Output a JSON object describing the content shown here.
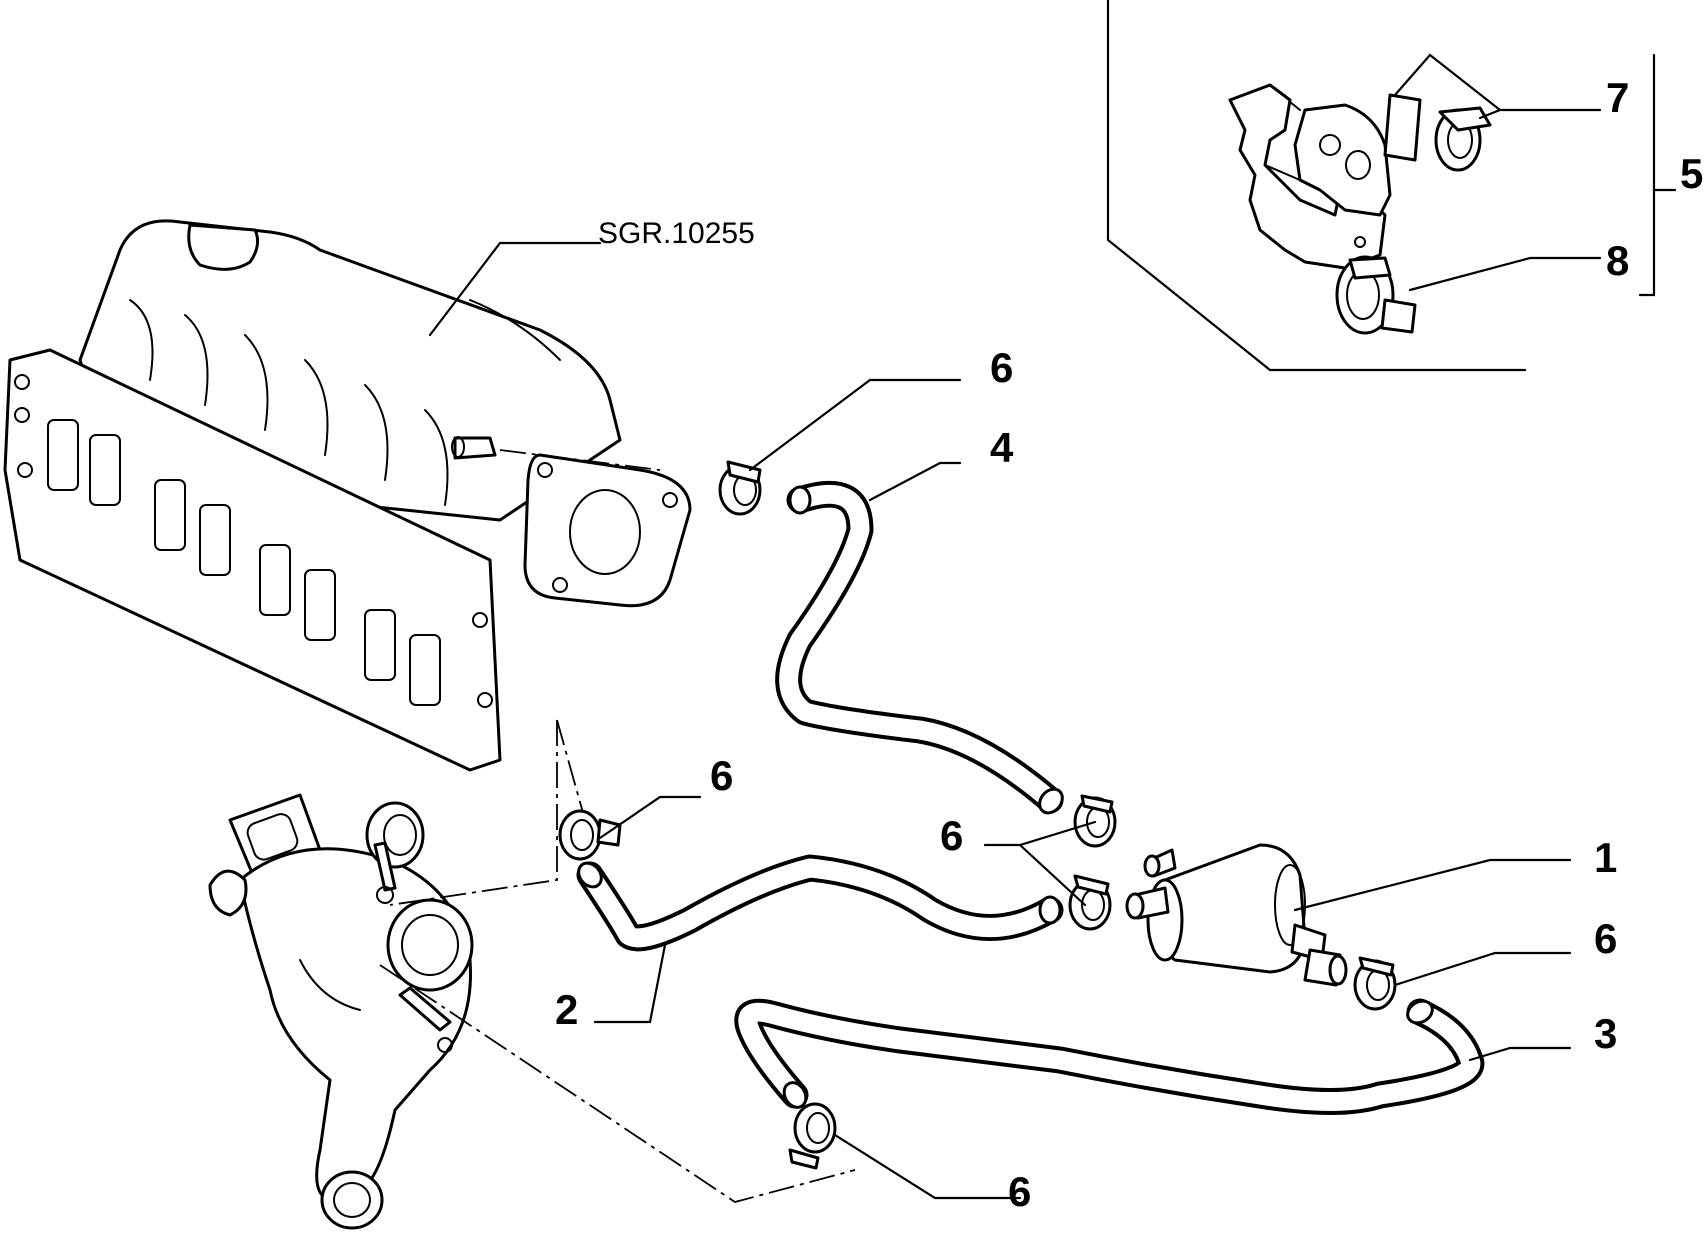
{
  "reference_label": "SGR.10255",
  "callouts": [
    {
      "id": "part-1",
      "label": "1"
    },
    {
      "id": "part-2",
      "label": "2"
    },
    {
      "id": "part-3",
      "label": "3"
    },
    {
      "id": "part-4",
      "label": "4"
    },
    {
      "id": "part-5",
      "label": "5"
    },
    {
      "id": "clip-a",
      "label": "6"
    },
    {
      "id": "clip-b",
      "label": "6"
    },
    {
      "id": "clip-c",
      "label": "6"
    },
    {
      "id": "clip-d",
      "label": "6"
    },
    {
      "id": "clip-e",
      "label": "6"
    },
    {
      "id": "part-7",
      "label": "7"
    },
    {
      "id": "part-8",
      "label": "8"
    }
  ]
}
